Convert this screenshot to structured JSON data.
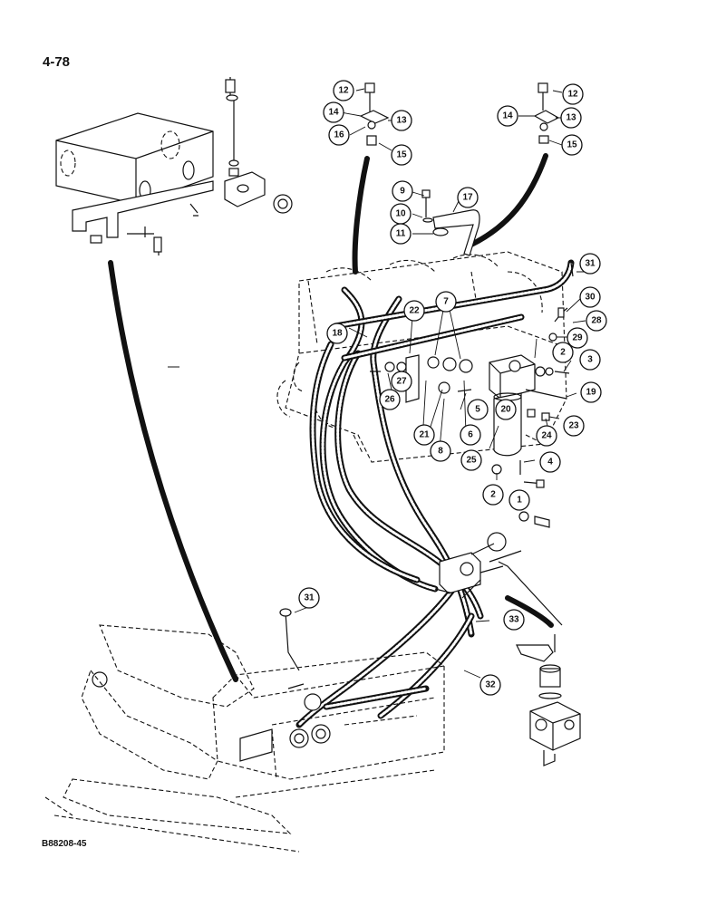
{
  "page_label": "4-78",
  "drawing_code": "B88208-45",
  "callouts": [
    {
      "id": "c12a",
      "label": "12"
    },
    {
      "id": "c14a",
      "label": "14"
    },
    {
      "id": "c13a",
      "label": "13"
    },
    {
      "id": "c16a",
      "label": "16"
    },
    {
      "id": "c15a",
      "label": "15"
    },
    {
      "id": "c12b",
      "label": "12"
    },
    {
      "id": "c14b",
      "label": "14"
    },
    {
      "id": "c13b",
      "label": "13"
    },
    {
      "id": "c15b",
      "label": "15"
    },
    {
      "id": "c9",
      "label": "9"
    },
    {
      "id": "c10",
      "label": "10"
    },
    {
      "id": "c11",
      "label": "11"
    },
    {
      "id": "c17",
      "label": "17"
    },
    {
      "id": "c31a",
      "label": "31"
    },
    {
      "id": "c30",
      "label": "30"
    },
    {
      "id": "c28",
      "label": "28"
    },
    {
      "id": "c29",
      "label": "29"
    },
    {
      "id": "c22",
      "label": "22"
    },
    {
      "id": "c7",
      "label": "7"
    },
    {
      "id": "c18",
      "label": "18"
    },
    {
      "id": "c2a",
      "label": "2"
    },
    {
      "id": "c3",
      "label": "3"
    },
    {
      "id": "c27",
      "label": "27"
    },
    {
      "id": "c26",
      "label": "26"
    },
    {
      "id": "c19",
      "label": "19"
    },
    {
      "id": "c20",
      "label": "20"
    },
    {
      "id": "c5",
      "label": "5"
    },
    {
      "id": "c21",
      "label": "21"
    },
    {
      "id": "c6",
      "label": "6"
    },
    {
      "id": "c23",
      "label": "23"
    },
    {
      "id": "c24",
      "label": "24"
    },
    {
      "id": "c8",
      "label": "8"
    },
    {
      "id": "c25",
      "label": "25"
    },
    {
      "id": "c4",
      "label": "4"
    },
    {
      "id": "c2b",
      "label": "2"
    },
    {
      "id": "c1",
      "label": "1"
    },
    {
      "id": "c31b",
      "label": "31"
    },
    {
      "id": "c33",
      "label": "33"
    },
    {
      "id": "c32",
      "label": "32"
    }
  ]
}
